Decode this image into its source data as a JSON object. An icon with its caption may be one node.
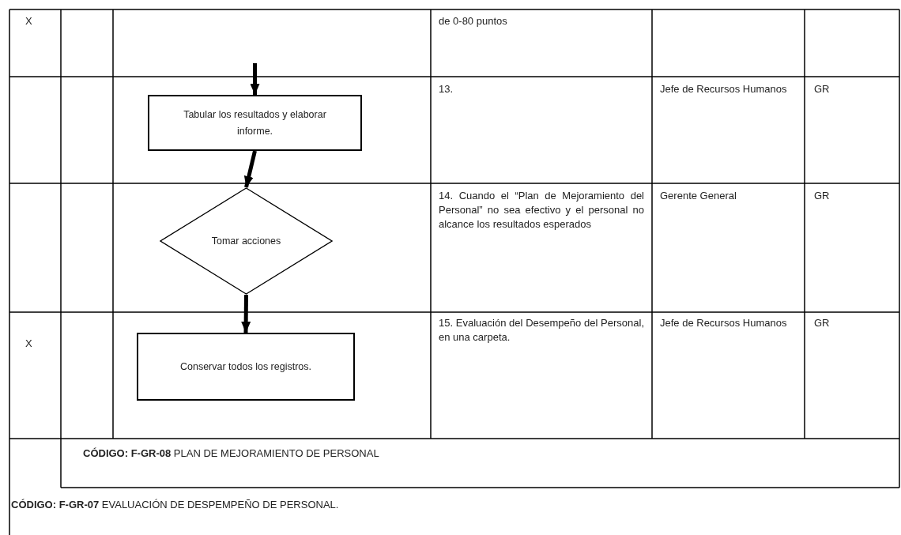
{
  "diagram": {
    "nodes": [
      {
        "text": [
          "Tabular los resultados y elaborar informe."
        ]
      },
      {
        "text": [
          "Tomar acciones"
        ]
      },
      {
        "text": [
          "Conservar todos los registros."
        ]
      }
    ],
    "edges": [
      {
        "from": null,
        "to": 0,
        "arrow": "to"
      },
      {
        "from": 0,
        "to": 1,
        "arrow": "to"
      },
      {
        "from": 1,
        "to": 2,
        "arrow": "to"
      }
    ],
    "labels": [
      "X",
      "de 0-80 puntos",
      "13.",
      "Jefe de Recursos Humanos",
      "GR",
      "14. Cuando el “Plan de Mejoramiento del Personal” no sea efectivo y el personal no alcance los resultados esperados",
      "Gerente General",
      "GR",
      "X",
      "15. Evaluación del Desempeño del Personal, en una carpeta.",
      "Jefe de Recursos Humanos",
      "GR",
      "**CÓDIGO: F-GR-08** PLAN DE MEJORAMIENTO DE PERSONAL",
      "**CÓDIGO: F-GR-07** EVALUACIÓN DE DESPEMPEÑO DE PERSONAL."
    ]
  }
}
